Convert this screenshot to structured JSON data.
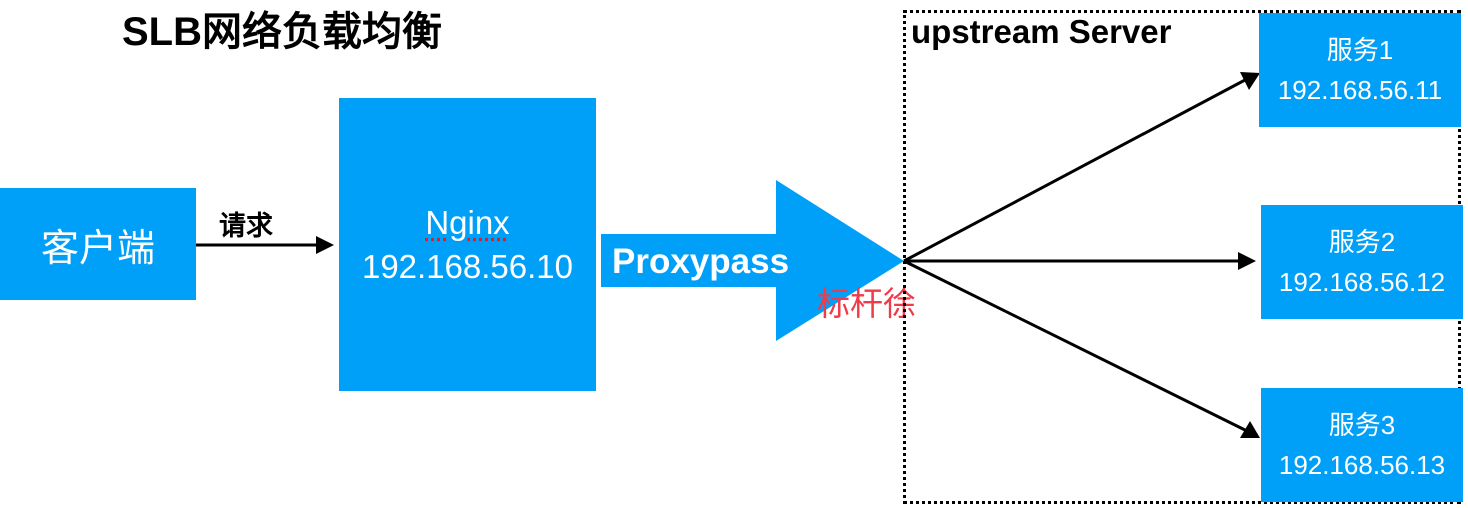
{
  "title": "SLB网络负载均衡",
  "client": {
    "label": "客户端"
  },
  "request": {
    "label": "请求"
  },
  "nginx": {
    "name": "Nginx",
    "ip": "192.168.56.10"
  },
  "proxypass": {
    "label": "Proxypass"
  },
  "watermark": "标杆徐",
  "upstream": {
    "label": "upstream Server",
    "servers": [
      {
        "name": "服务1",
        "ip": "192.168.56.11"
      },
      {
        "name": "服务2",
        "ip": "192.168.56.12"
      },
      {
        "name": "服务3",
        "ip": "192.168.56.13"
      }
    ]
  },
  "colors": {
    "box": "#00A0F9",
    "text_on_box": "#FFFFFF",
    "arrow": "#000000",
    "watermark": "#EF3B4A"
  }
}
